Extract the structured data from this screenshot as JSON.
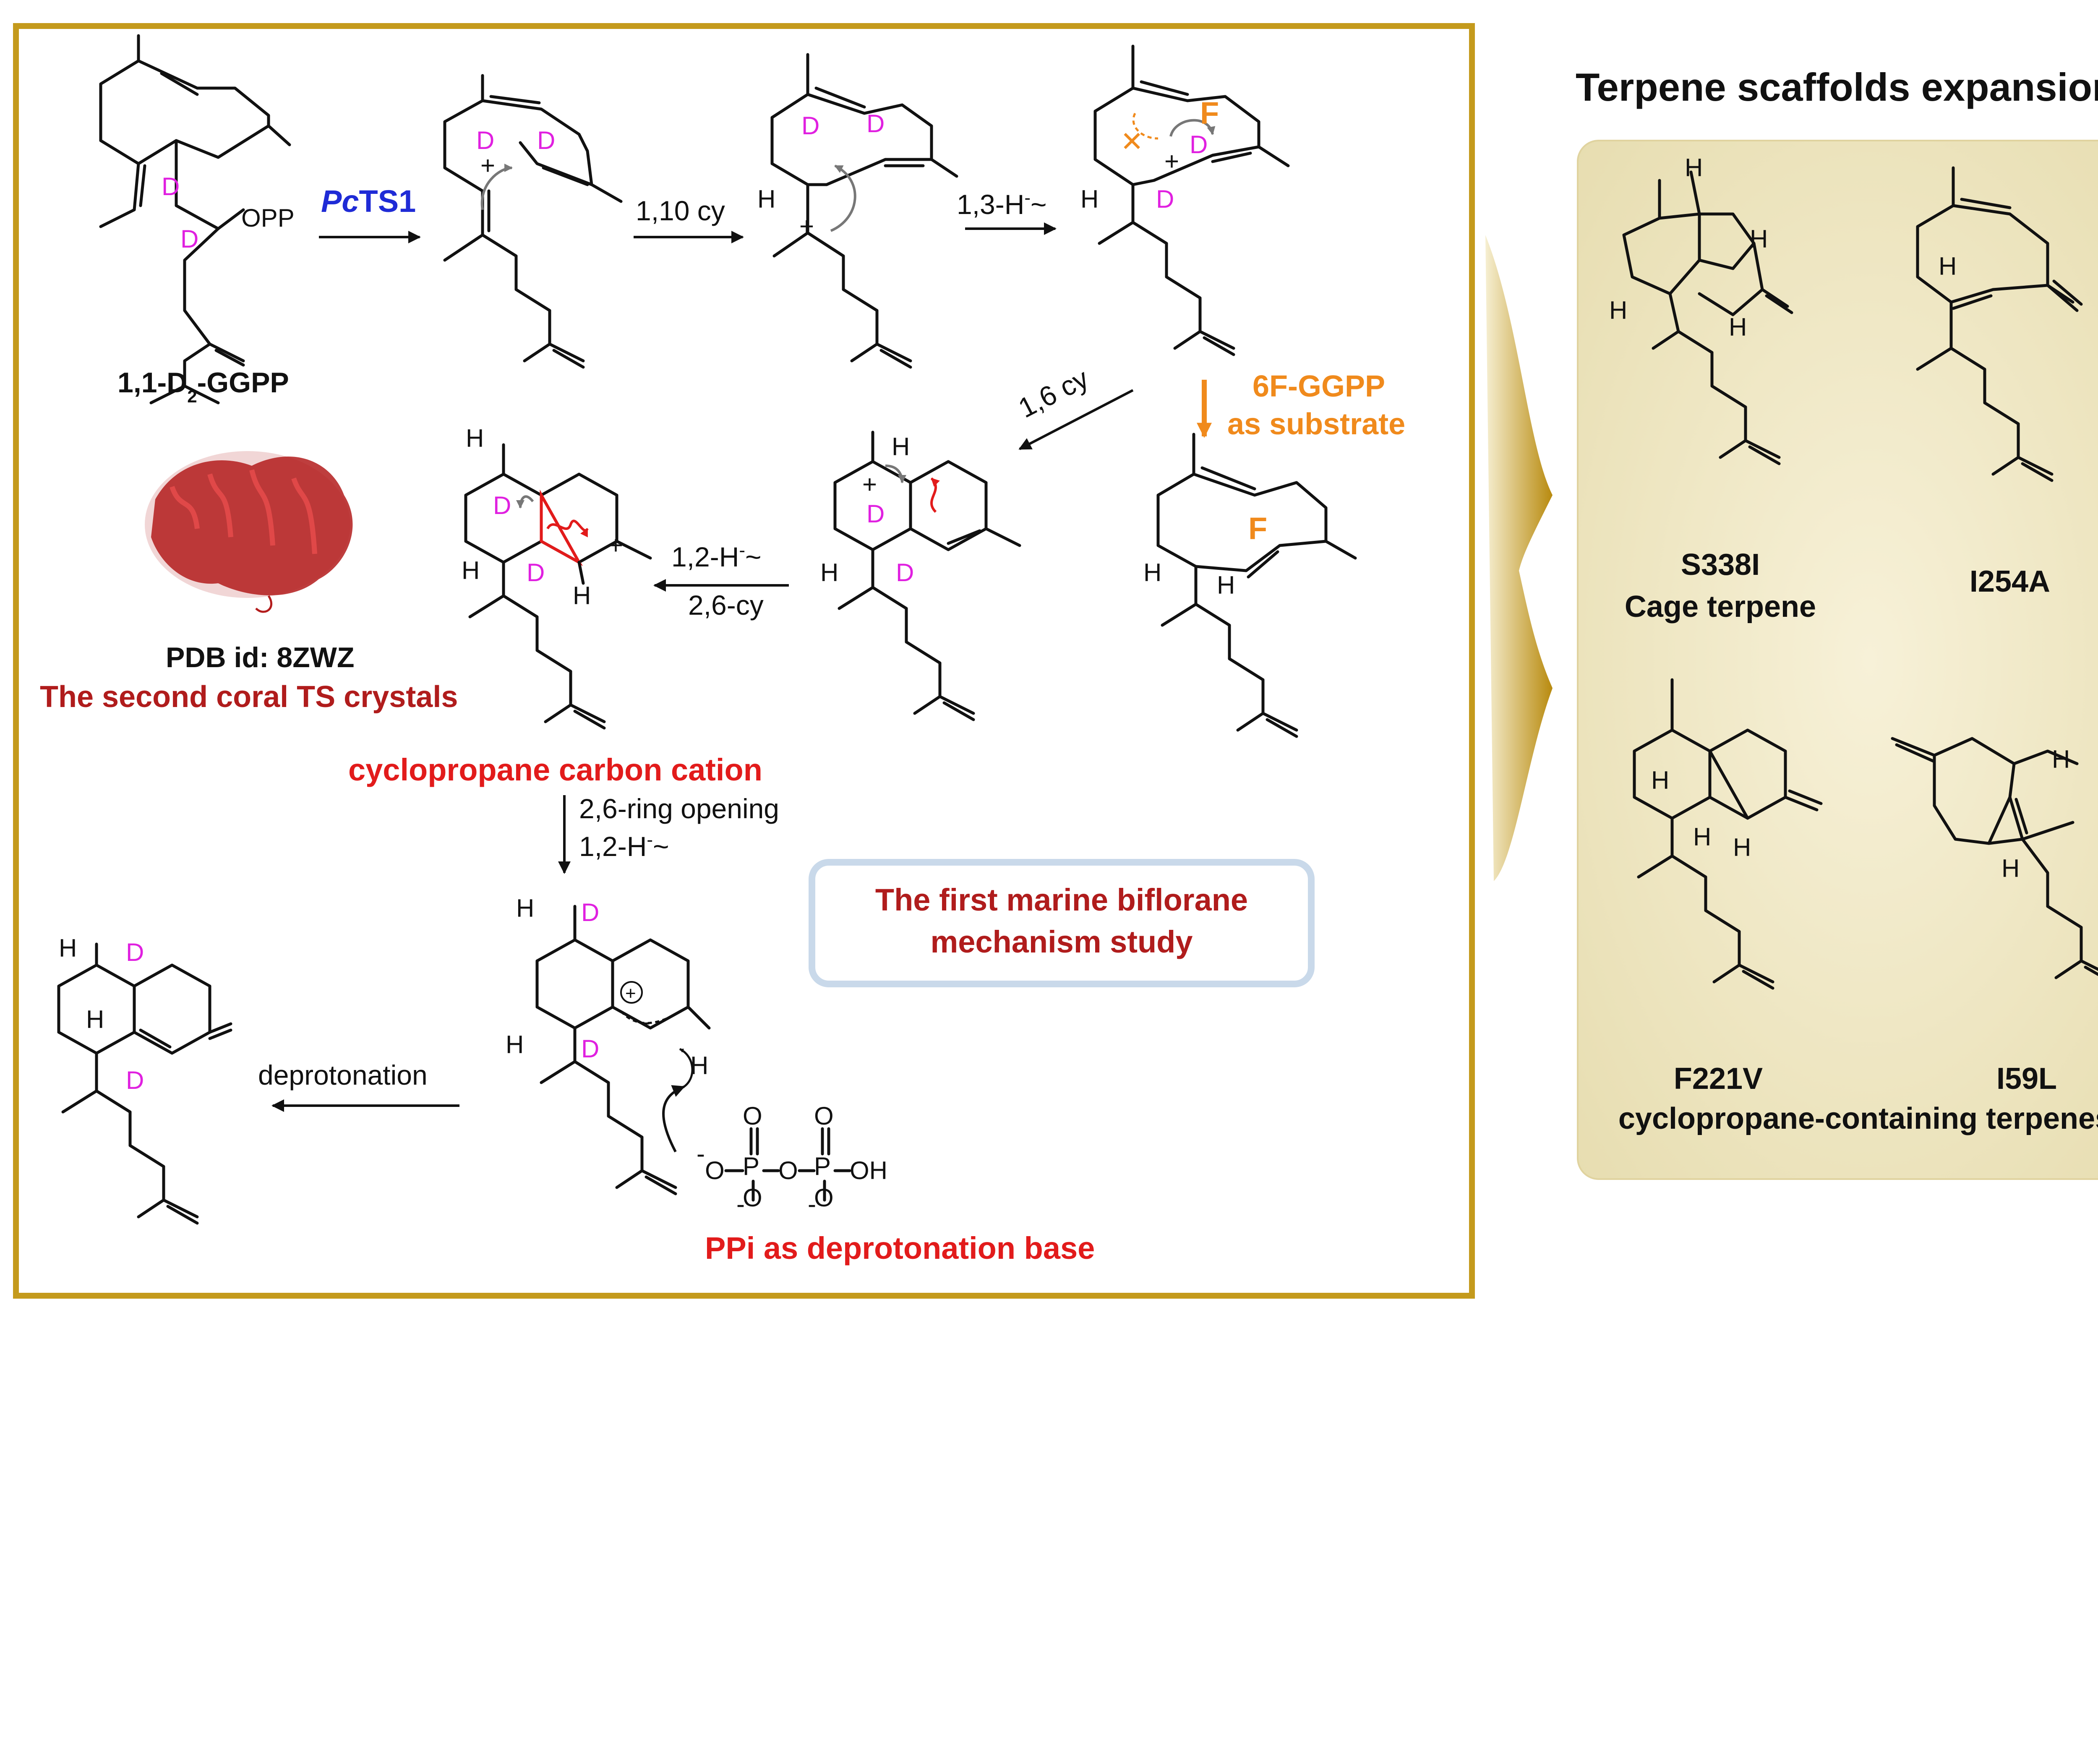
{
  "panel_title": "Terpene scaffolds expansion",
  "substrate": {
    "label_prefix": "1,1-D",
    "label_sub": "2",
    "label_suffix": "-GGPP",
    "opp": "OPP"
  },
  "enzyme": {
    "prefix": "Pc",
    "suffix": "TS1"
  },
  "steps": {
    "cy_1_10": "1,10 cy",
    "h_shift_1_3": "1,3-H",
    "cy_1_6": "1,6 cy",
    "h_shift_1_2": "1,2-H",
    "cy_2_6": "2,6-cy",
    "ring_opening": "2,6-ring opening",
    "h_shift_1_2b": "1,2-H",
    "deprotonation": "deprotonation",
    "superscript_minus": "-",
    "tilde": "~"
  },
  "fluoro": {
    "line1": "6F-GGPP",
    "line2": "as substrate"
  },
  "pdb": {
    "id": "PDB id: 8ZWZ",
    "caption": "The second coral TS crystals"
  },
  "cation_label": "cyclopropane carbon cation",
  "highlight_box": {
    "line1": "The first marine biflorane",
    "line2": "mechanism study"
  },
  "ppi_label": "PPi as deprotonation base",
  "ppi_atoms": {
    "o": "O",
    "p": "P",
    "oh": "OH",
    "minus": "-"
  },
  "atoms": {
    "d": "D",
    "h": "H",
    "f": "F",
    "plus": "+"
  },
  "variants": [
    {
      "name": "S338I",
      "desc": "Cage terpene"
    },
    {
      "name": "I254A",
      "desc": ""
    },
    {
      "name": "F221V",
      "desc": "cyclopropane-containing  terpenes"
    },
    {
      "name": "I59L",
      "desc": ""
    }
  ],
  "colors": {
    "frame": "#c49a1c",
    "accent_red": "#e21b1b",
    "dark_red": "#b01c1c",
    "orange": "#f08a1c",
    "blue": "#1f2bd6",
    "magenta": "#e020e0",
    "panel_bg": "#efe8c6",
    "box_border": "#c9d9ea"
  }
}
